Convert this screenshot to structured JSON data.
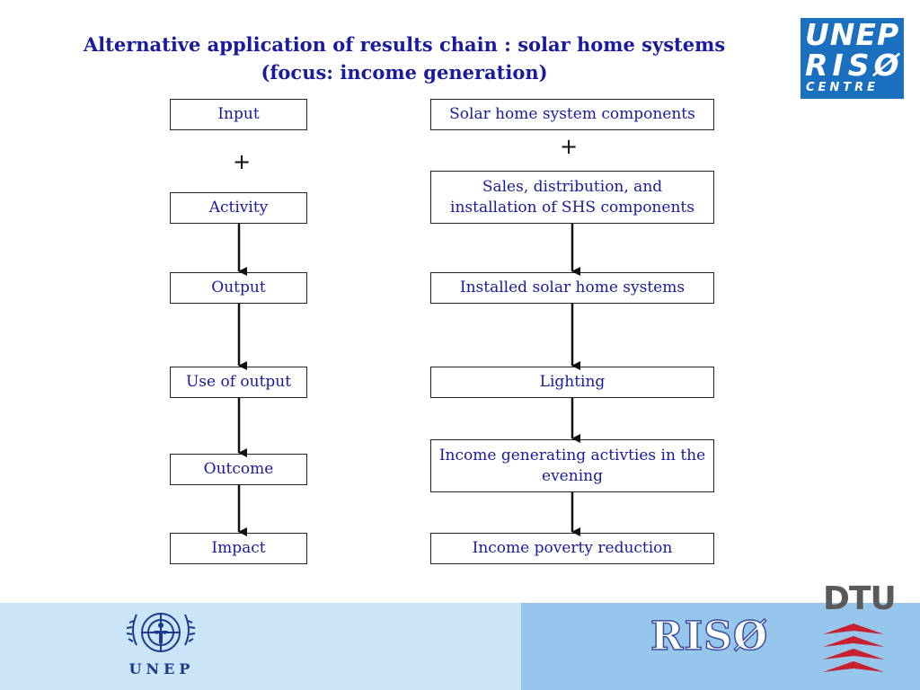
{
  "title": {
    "line1": "Alternative application of results chain : solar home systems",
    "line2": "(focus: income generation)"
  },
  "logos": {
    "top_right": {
      "line1": "UNEP",
      "line2": "RISØ",
      "line3": "CENTRE"
    },
    "footer_unep": "UNEP",
    "footer_riso": "RISØ",
    "footer_dtu": "DTU"
  },
  "left_column": {
    "boxes": [
      "Input",
      "Activity",
      "Output",
      "Use of output",
      "Outcome",
      "Impact"
    ],
    "plus": "+"
  },
  "right_column": {
    "boxes": [
      "Solar home system components",
      "Sales, distribution, and installation of SHS components",
      "Installed solar home systems",
      "Lighting",
      "Income generating activties in the evening",
      "Income poverty reduction"
    ],
    "plus": "+"
  },
  "colors": {
    "title_text": "#1a1a9c",
    "logo_blue": "#1a6fbf",
    "footer_light": "#cce4f7",
    "footer_dark": "#97c6ec",
    "dtu_red": "#c8202f"
  }
}
